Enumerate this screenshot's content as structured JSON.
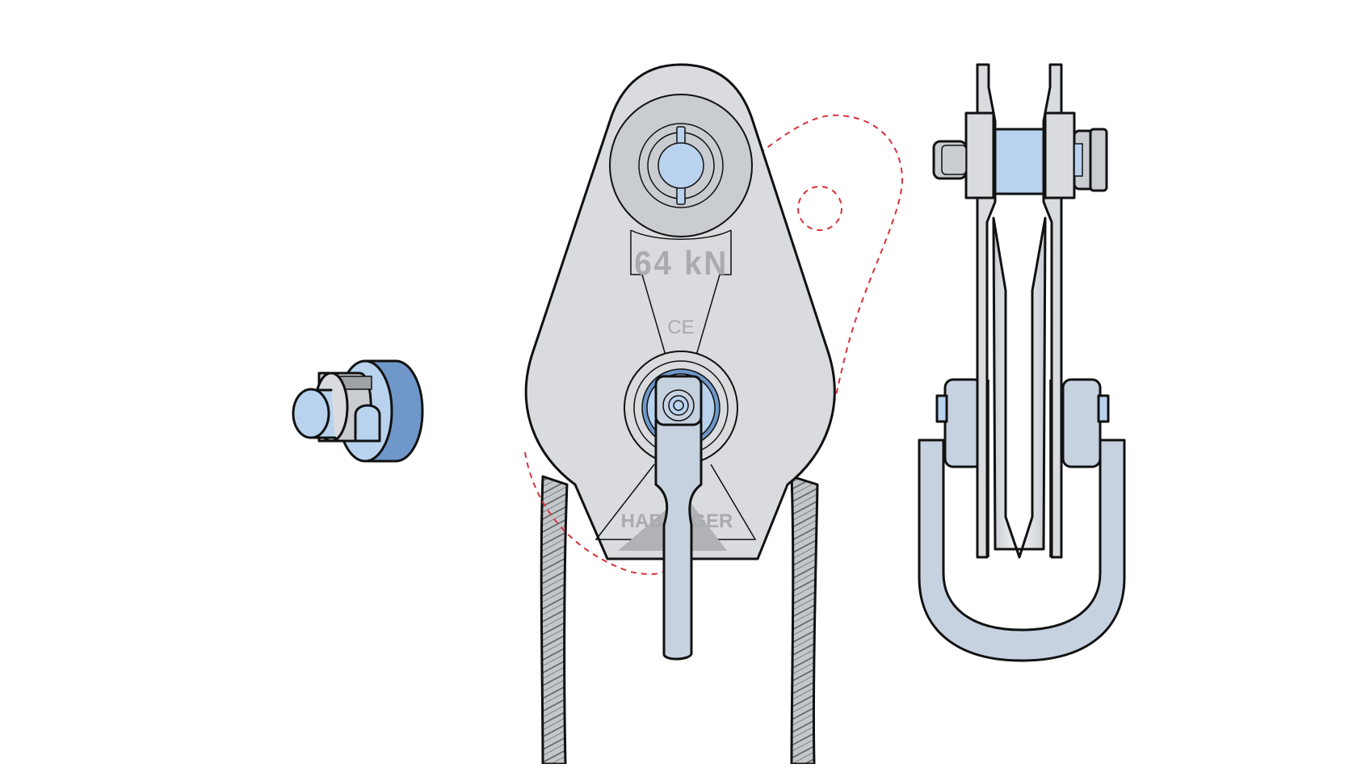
{
  "labels": {
    "load_rating": "64 kN",
    "certification": "CE",
    "brand": "HABEGGER"
  },
  "colors": {
    "plate": "#d9dbde",
    "plate_dark": "#c9ccd0",
    "blue_light": "#b9d3ee",
    "blue_mid": "#6f97c9",
    "steel_blue": "#c6d2e0",
    "outline": "#111111",
    "dashed": "#d8323a",
    "emboss": "#a9abae",
    "rope": "#bfc2c5"
  },
  "icons": {
    "pin": "pin-icon",
    "pulley": "pulley-block-icon",
    "shackle": "shackle-side-view-icon"
  }
}
